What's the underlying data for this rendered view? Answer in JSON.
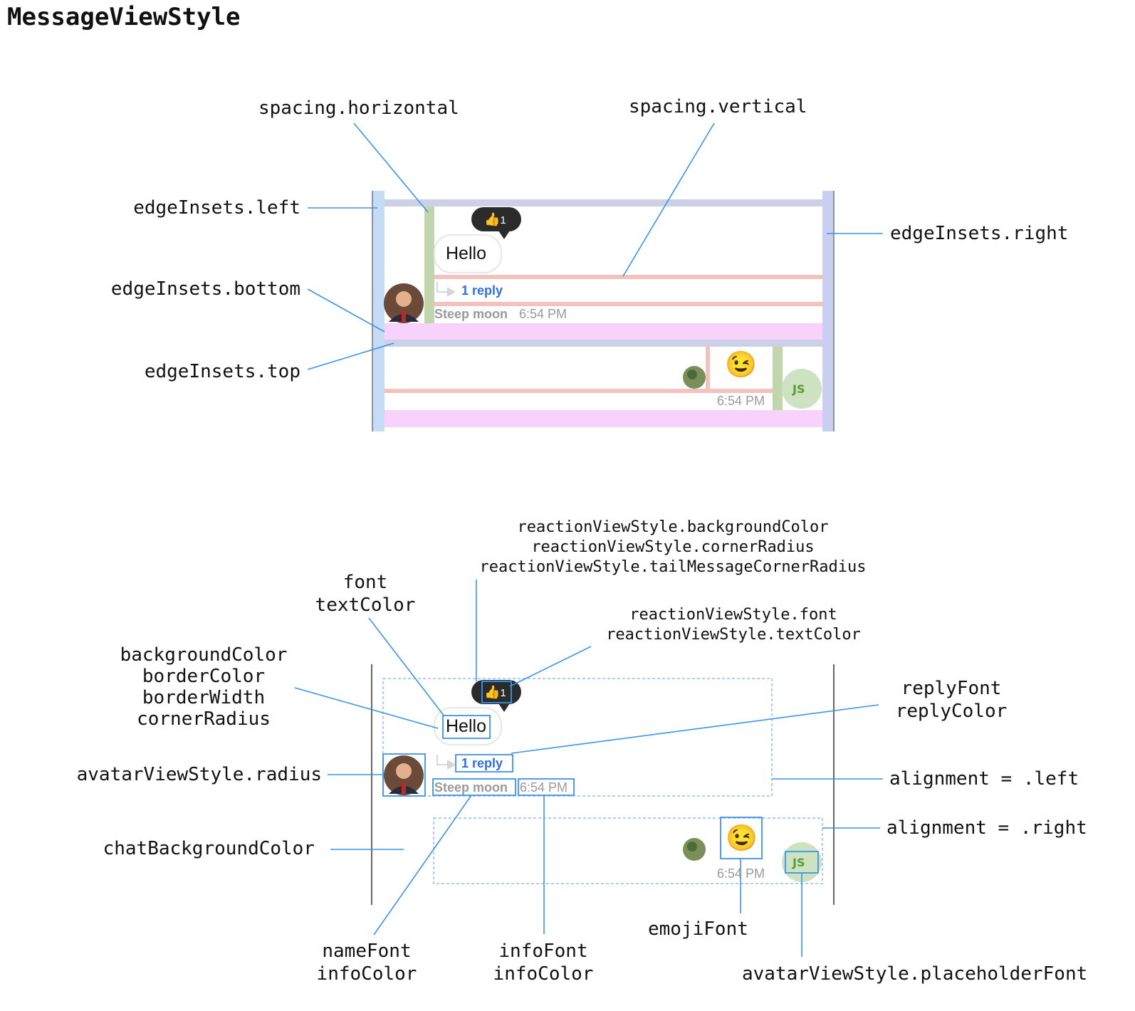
{
  "title": "MessageViewStyle",
  "top_labels": {
    "spacing_horizontal": "spacing.horizontal",
    "spacing_vertical": "spacing.vertical",
    "edge_left": "edgeInsets.left",
    "edge_right": "edgeInsets.right",
    "edge_bottom": "edgeInsets.bottom",
    "edge_top": "edgeInsets.top"
  },
  "bottom_labels": {
    "reaction_bg_1": "reactionViewStyle.backgroundColor",
    "reaction_bg_2": "reactionViewStyle.cornerRadius",
    "reaction_bg_3": "reactionViewStyle.tailMessageCornerRadius",
    "reaction_font_1": "reactionViewStyle.font",
    "reaction_font_2": "reactionViewStyle.textColor",
    "font_1": "font",
    "font_2": "textColor",
    "bubble_1": "backgroundColor",
    "bubble_2": "borderColor",
    "bubble_3": "borderWidth",
    "bubble_4": "cornerRadius",
    "reply_1": "replyFont",
    "reply_2": "replyColor",
    "avatar_radius": "avatarViewStyle.radius",
    "align_left": "alignment = .left",
    "align_right": "alignment = .right",
    "chat_bg": "chatBackgroundColor",
    "name_1": "nameFont",
    "name_2": "infoColor",
    "info_1": "infoFont",
    "info_2": "infoColor",
    "emoji_font": "emojiFont",
    "placeholder_font": "avatarViewStyle.placeholderFont"
  },
  "message": {
    "text": "Hello",
    "reply": "1 reply",
    "name": "Steep moon",
    "time": "6:54 PM",
    "reaction_emoji": "👍",
    "reaction_count": "1",
    "emoji_message": "😉",
    "placeholder_initials": "JS"
  },
  "colors": {
    "edge_left": "#c6dcf5",
    "edge_right": "#c9cff0",
    "edge_top": "#cdd1e8",
    "edge_bottom": "#f7d3fb",
    "spacing_horizontal": "#c2d6ad",
    "spacing_vertical": "#f3c2bc",
    "guide_line": "#3d94e9",
    "reaction_bg": "#2b2b2b",
    "reply": "#2f6fe0",
    "info": "#9a9a9a",
    "placeholder_bg": "#cde2c0"
  }
}
